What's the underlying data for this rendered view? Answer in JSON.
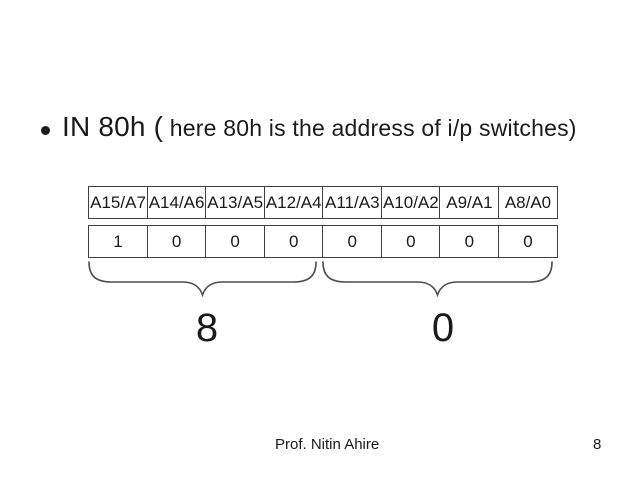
{
  "slide": {
    "title": {
      "main": "IN 80h (",
      "detail": " here 80h is the address of i/p switches)"
    },
    "table": {
      "headers": [
        "A15/A7",
        "A14/A6",
        "A13/A5",
        "A12/A4",
        "A11/A3",
        "A10/A2",
        "A9/A1",
        "A8/A0"
      ],
      "values": [
        "1",
        "0",
        "0",
        "0",
        "0",
        "0",
        "0",
        "0"
      ]
    },
    "groups": {
      "high_nibble_label": "8",
      "low_nibble_label": "0"
    },
    "footer": {
      "author": "Prof. Nitin Ahire",
      "page_number": "8"
    }
  },
  "colors": {
    "background": "#ffffff",
    "text": "#1a1a1a",
    "table_border": "#3f3f3f",
    "brace_stroke": "#4d4d4d"
  }
}
